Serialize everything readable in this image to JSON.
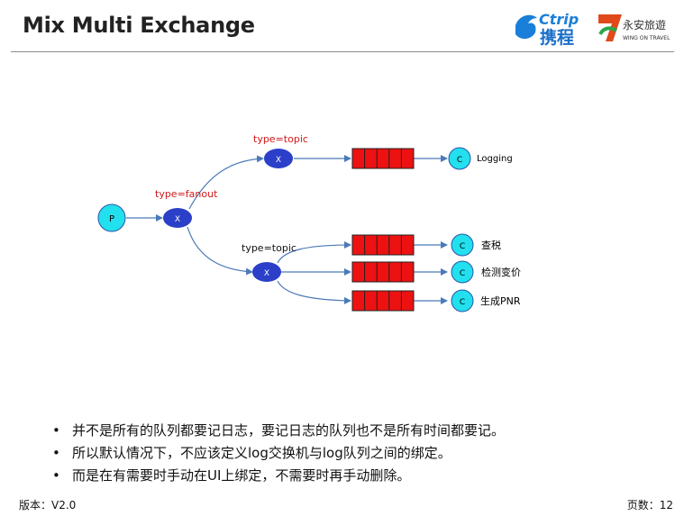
{
  "slide": {
    "title": "Mix Multi Exchange",
    "version_label": "版本：V2.0",
    "page_label": "页数：12"
  },
  "logo": {
    "ctrip_en": "Ctrip",
    "ctrip_cn": "携程",
    "wingon_cn": "永安旅遊",
    "wingon_en": "WING ON TRAVEL"
  },
  "diagram": {
    "producer_label": "P",
    "exchange_label": "X",
    "consumer_label": "C",
    "fanout_type": "type=fanout",
    "topic_type_upper": "type=topic",
    "topic_type_lower": "type=topic",
    "consumers": {
      "logging": "Logging",
      "tax": "查税",
      "price_check": "检测变价",
      "pnr": "生成PNR"
    }
  },
  "bullets": [
    "并不是所有的队列都要记日志，要记日志的队列也不是所有时间都要记。",
    "所以默认情况下，不应该定义log交换机与log队列之间的绑定。",
    "而是在有需要时手动在UI上绑定，不需要时再手动删除。"
  ],
  "colors": {
    "exchange": "#2b3fc8",
    "node_text": "#ffffff",
    "consumer": "#22e0ee",
    "queue": "#ee1111",
    "edge": "#4a7ab8",
    "type_label": "#d01818"
  }
}
